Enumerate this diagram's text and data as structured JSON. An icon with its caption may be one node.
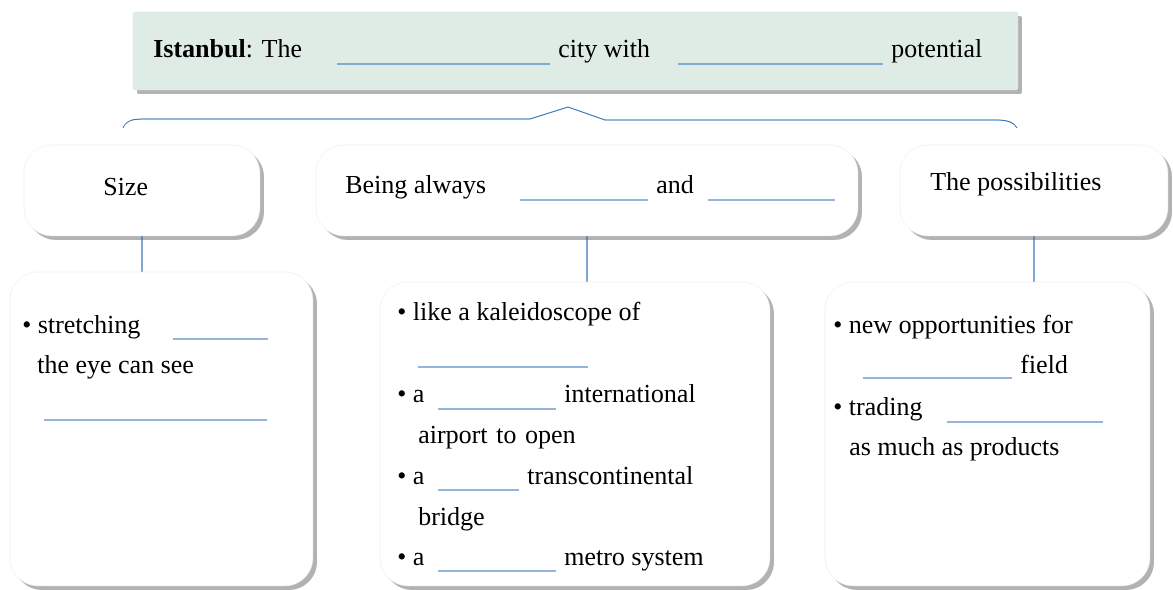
{
  "diagram": {
    "nodes": [
      {
        "text": [
          "**Istanbul**: The",
          "city with",
          "potential"
        ]
      },
      {
        "text": [
          "Size"
        ]
      },
      {
        "text": [
          "Being always",
          "and"
        ]
      },
      {
        "text": [
          "The possibilities"
        ]
      },
      {
        "text": [
          "• stretching",
          "the eye can see"
        ]
      },
      {
        "text": [
          "• like a kaleidoscope of",
          "• a",
          "international airport to open",
          "• a",
          "transcontinental bridge",
          "• a",
          "metro system"
        ]
      },
      {
        "text": [
          "• new opportunities for",
          "field",
          "• trading",
          "as much as products"
        ]
      }
    ],
    "edges": [
      {
        "from": 1,
        "to": 4,
        "arrow": "none"
      },
      {
        "from": 2,
        "to": 5,
        "arrow": "none"
      },
      {
        "from": 3,
        "to": 6,
        "arrow": "none"
      }
    ]
  }
}
